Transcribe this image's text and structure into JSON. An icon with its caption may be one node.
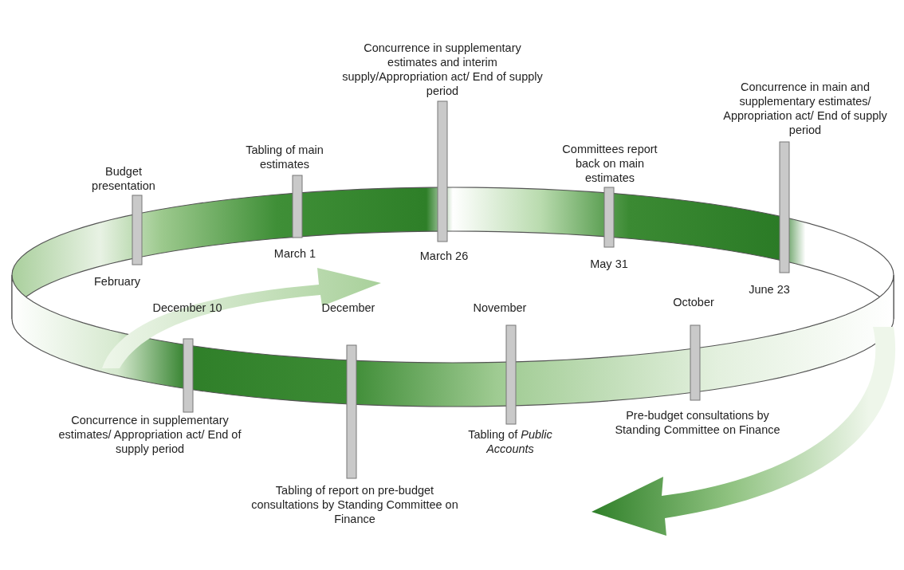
{
  "diagram": {
    "nodes": [
      {
        "text": [],
        "shape": "bar",
        "beside": [
          "Budget presentation",
          "February"
        ]
      },
      {
        "text": [],
        "shape": "bar",
        "beside": [
          "Tabling of main estimates",
          "March 1"
        ]
      },
      {
        "text": [],
        "shape": "bar",
        "beside": [
          "Concurrence in supplementary estimates and interim supply/Appropriation act/ End of supply period",
          "March 26"
        ]
      },
      {
        "text": [],
        "shape": "bar",
        "beside": [
          "Committees report back on main estimates",
          "May 31"
        ]
      },
      {
        "text": [],
        "shape": "bar",
        "beside": [
          "Concurrence in main and supplementary estimates/ Appropriation act/ End of supply period",
          "June 23"
        ]
      },
      {
        "text": [],
        "shape": "bar",
        "beside": [
          "December 10",
          "Concurrence in supplementary estimates/ Appropriation act/ End of supply period"
        ]
      },
      {
        "text": [],
        "shape": "bar",
        "beside": [
          "December",
          "Tabling of report on pre-budget consultations by Standing Committee on Finance"
        ]
      },
      {
        "text": [],
        "shape": "bar",
        "beside": [
          "November",
          "Tabling of *Public Accounts*"
        ]
      },
      {
        "text": [],
        "shape": "bar",
        "beside": [
          "October",
          "Pre-budget consultations by Standing Committee on Finance"
        ]
      }
    ]
  }
}
